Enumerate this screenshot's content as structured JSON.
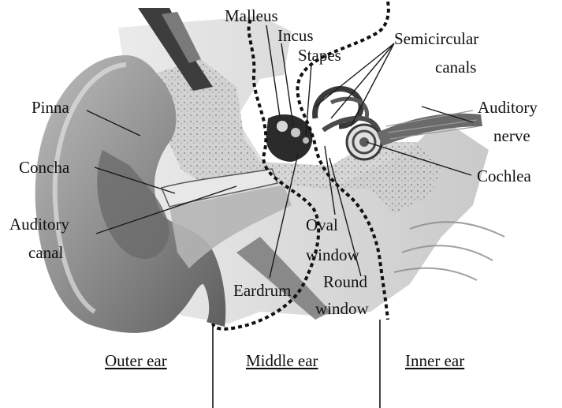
{
  "diagram": {
    "labels": {
      "malleus": "Malleus",
      "incus": "Incus",
      "stapes": "Stapes",
      "semicircular_1": "Semicircular",
      "semicircular_2": "canals",
      "pinna": "Pinna",
      "auditory_nerve_1": "Auditory",
      "auditory_nerve_2": "nerve",
      "concha": "Concha",
      "cochlea": "Cochlea",
      "auditory_canal_1": "Auditory",
      "auditory_canal_2": "canal",
      "oval_window_1": "Oval",
      "oval_window_2": "window",
      "round_window_1": "Round",
      "round_window_2": "window",
      "eardrum": "Eardrum"
    },
    "regions": {
      "outer": "Outer ear",
      "middle": "Middle ear",
      "inner": "Inner ear"
    },
    "colors": {
      "ink": "#111111",
      "tissue_light": "#d9d9d9",
      "tissue_mid": "#a8a8a8",
      "tissue_dark": "#4a4a4a"
    }
  }
}
